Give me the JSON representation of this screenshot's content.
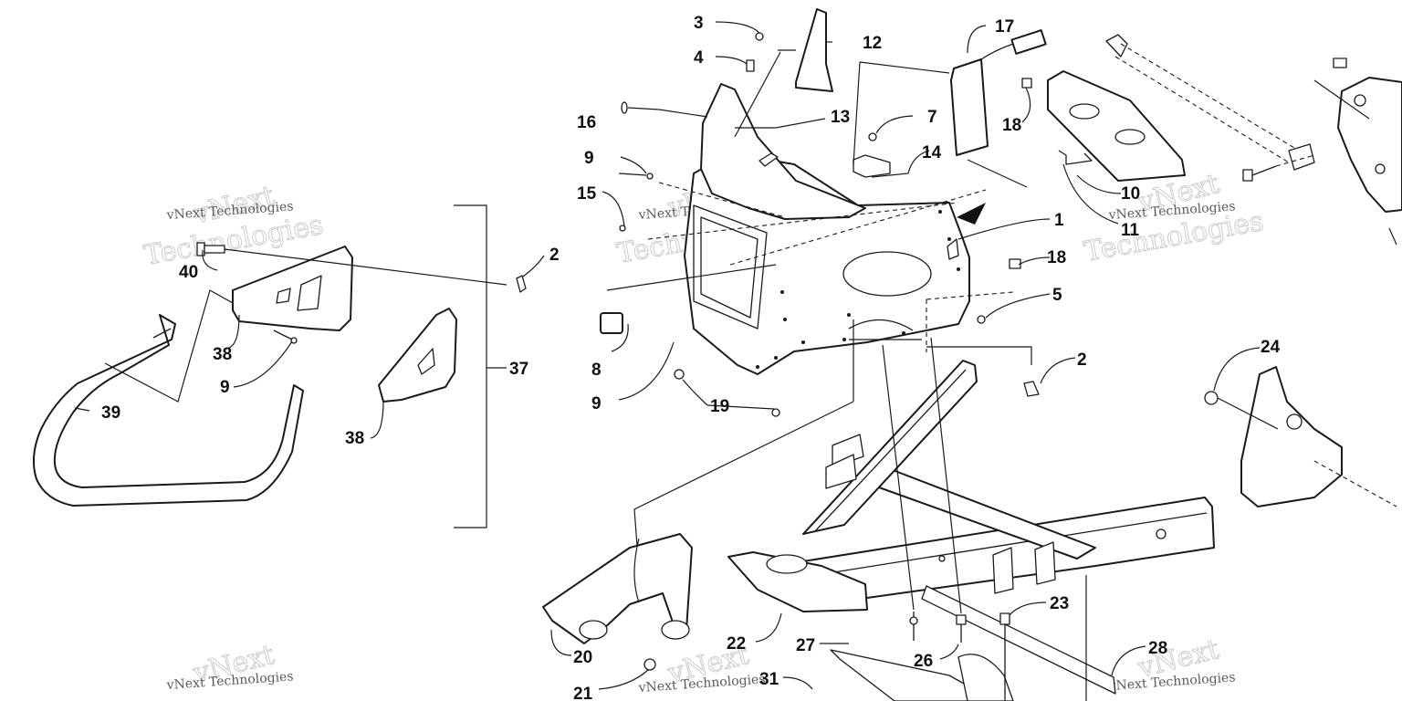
{
  "watermark": {
    "text_large": "vNext",
    "text_small": "vNext Technologies",
    "text_outline": "Technologies"
  },
  "callouts": [
    {
      "id": "c1",
      "label": "1"
    },
    {
      "id": "c2a",
      "label": "2"
    },
    {
      "id": "c2b",
      "label": "2"
    },
    {
      "id": "c3",
      "label": "3"
    },
    {
      "id": "c4",
      "label": "4"
    },
    {
      "id": "c5",
      "label": "5"
    },
    {
      "id": "c7",
      "label": "7"
    },
    {
      "id": "c8",
      "label": "8"
    },
    {
      "id": "c9a",
      "label": "9"
    },
    {
      "id": "c9b",
      "label": "9"
    },
    {
      "id": "c9c",
      "label": "9"
    },
    {
      "id": "c10",
      "label": "10"
    },
    {
      "id": "c11",
      "label": "11"
    },
    {
      "id": "c12",
      "label": "12"
    },
    {
      "id": "c13",
      "label": "13"
    },
    {
      "id": "c14",
      "label": "14"
    },
    {
      "id": "c15",
      "label": "15"
    },
    {
      "id": "c16",
      "label": "16"
    },
    {
      "id": "c17",
      "label": "17"
    },
    {
      "id": "c18a",
      "label": "18"
    },
    {
      "id": "c18b",
      "label": "18"
    },
    {
      "id": "c19",
      "label": "19"
    },
    {
      "id": "c20",
      "label": "20"
    },
    {
      "id": "c21",
      "label": "21"
    },
    {
      "id": "c22",
      "label": "22"
    },
    {
      "id": "c23",
      "label": "23"
    },
    {
      "id": "c24",
      "label": "24"
    },
    {
      "id": "c26",
      "label": "26"
    },
    {
      "id": "c27",
      "label": "27"
    },
    {
      "id": "c28",
      "label": "28"
    },
    {
      "id": "c31",
      "label": "31"
    },
    {
      "id": "c37",
      "label": "37"
    },
    {
      "id": "c38a",
      "label": "38"
    },
    {
      "id": "c38b",
      "label": "38"
    },
    {
      "id": "c39",
      "label": "39"
    },
    {
      "id": "c40",
      "label": "40"
    }
  ]
}
